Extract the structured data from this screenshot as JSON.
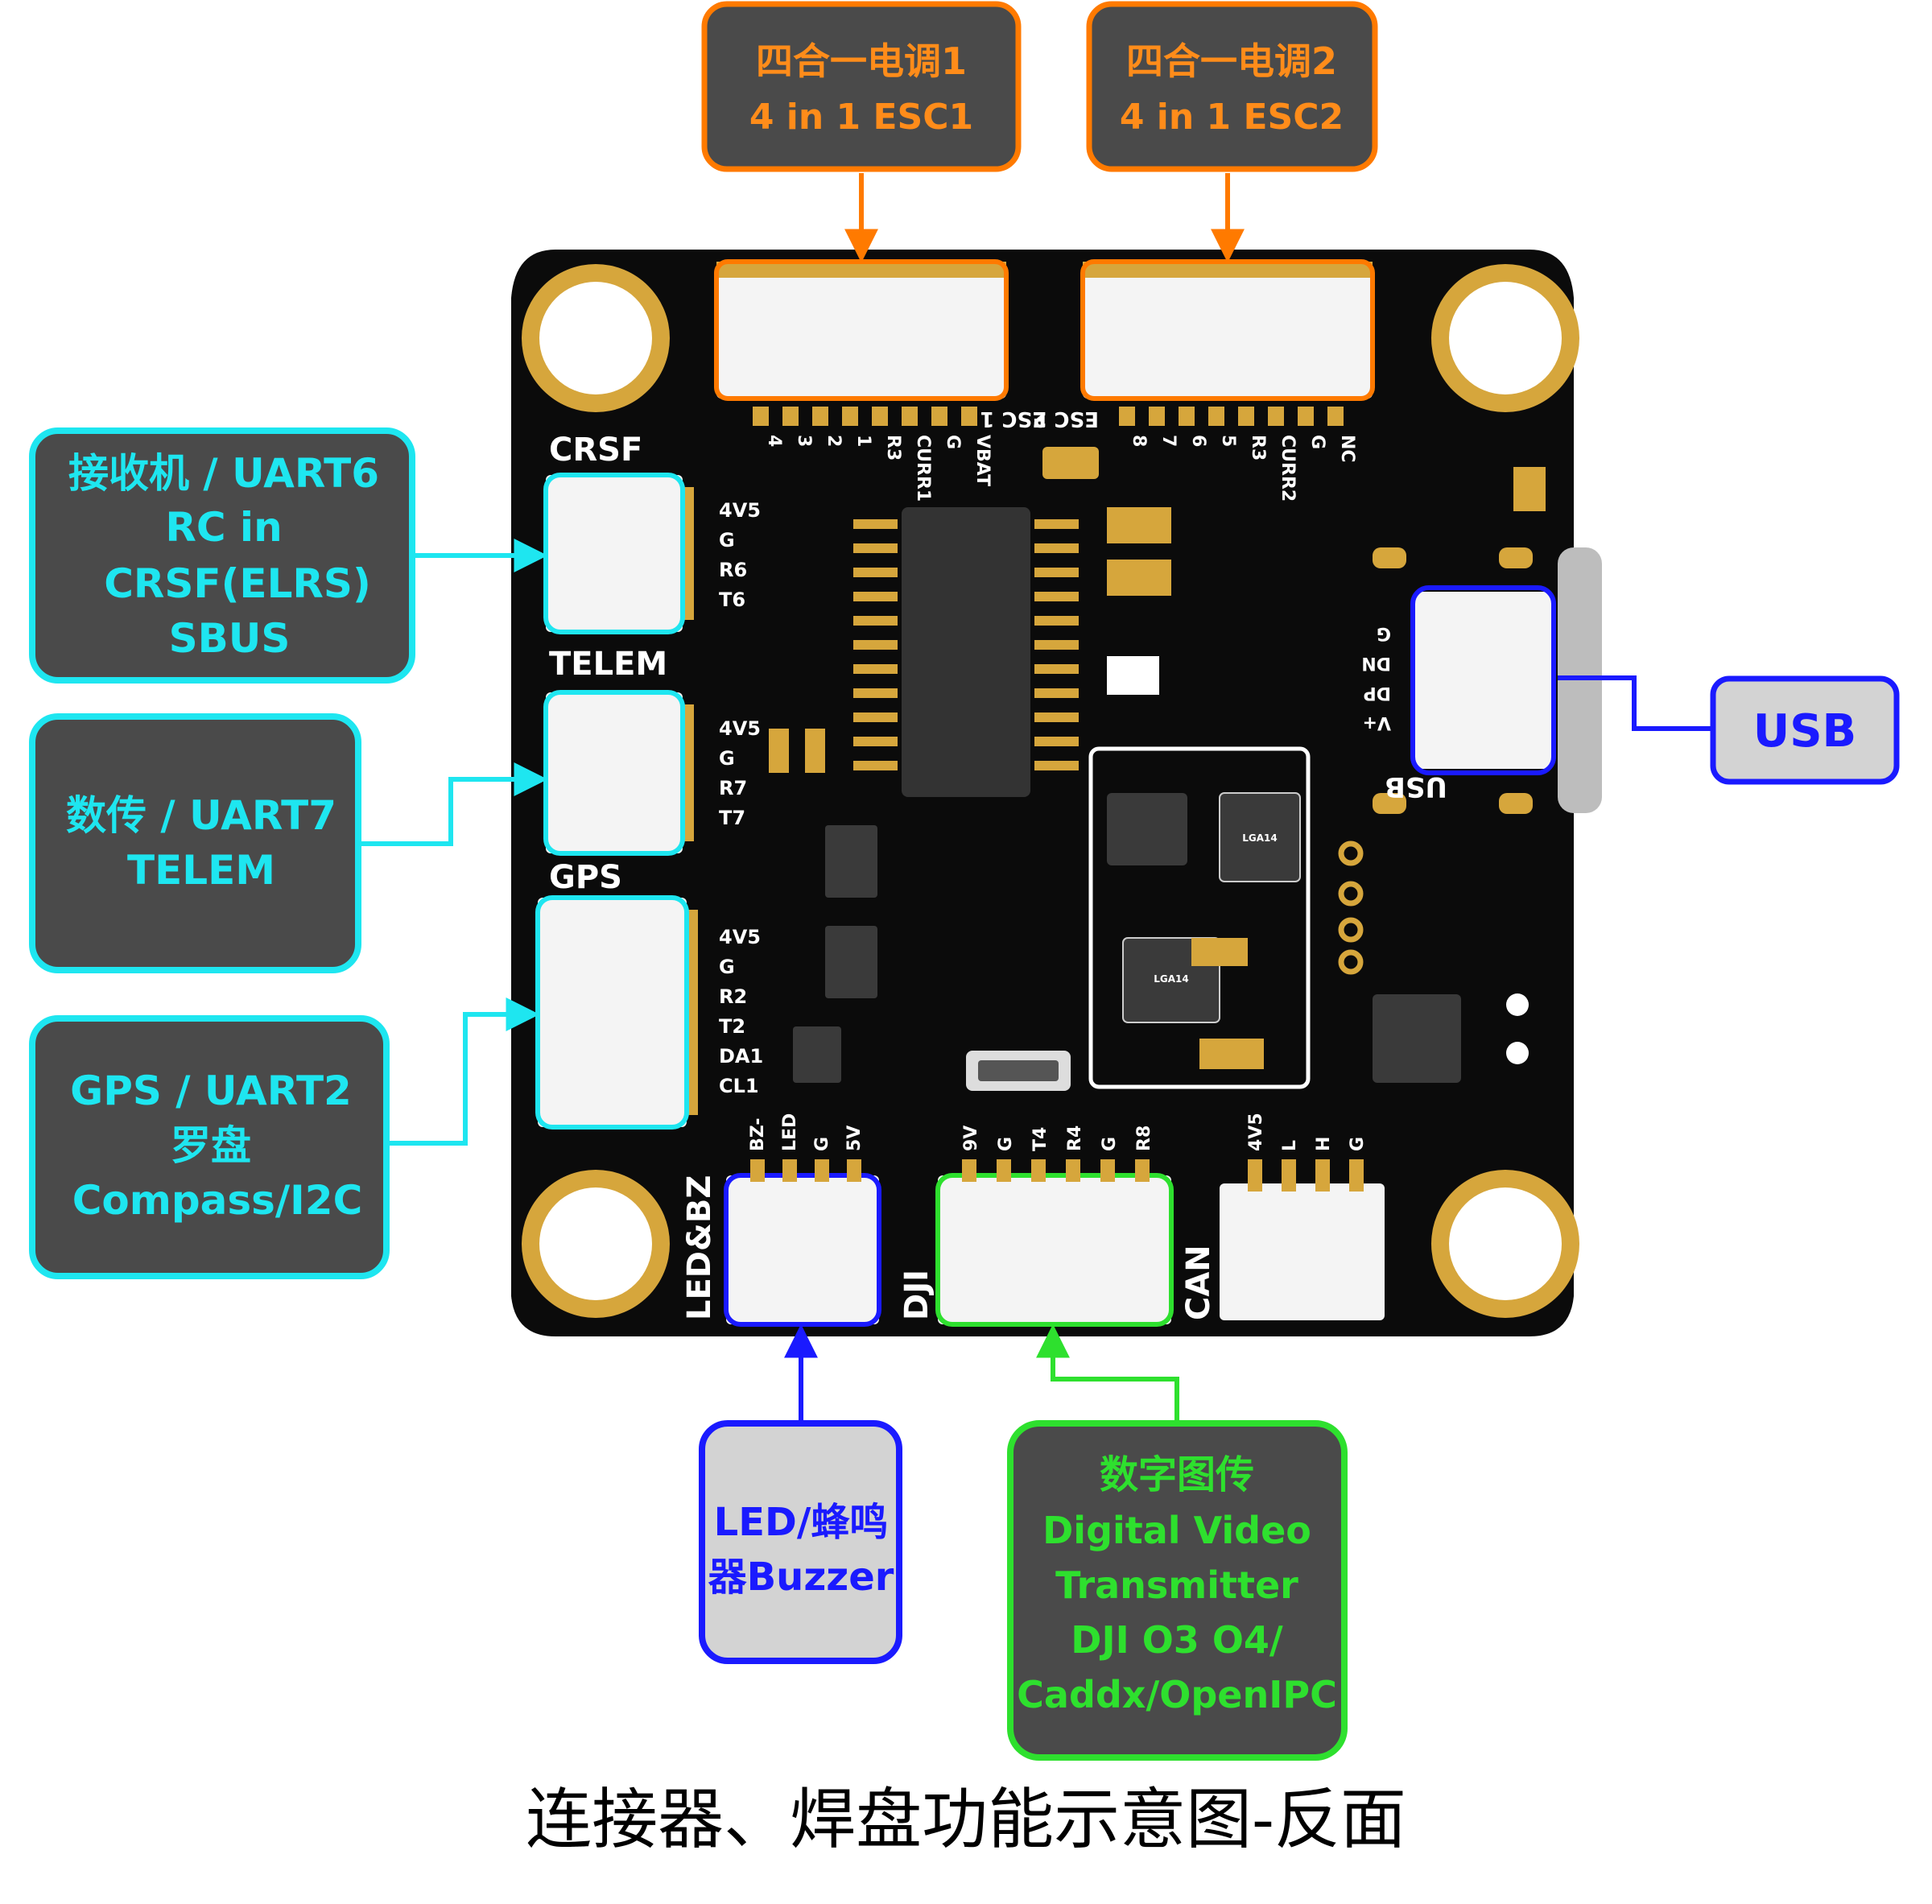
{
  "colors": {
    "board": "#0b0b0b",
    "esc_accent": "#ff7a00",
    "esc_text": "#ff8c1a",
    "cyan_accent": "#1ee6f0",
    "blue_accent": "#1a1aff",
    "green_accent": "#2ee02e",
    "callout_fill": "#4a4a4a",
    "buzzer_fill": "#d3d3d3",
    "pad_gold": "#d6a63c",
    "connector_white": "#f4f4f4"
  },
  "callouts": {
    "esc1": {
      "line1": "四合一电调1",
      "line2": "4 in 1 ESC1"
    },
    "esc2": {
      "line1": "四合一电调2",
      "line2": "4 in 1 ESC2"
    },
    "receiver": {
      "lines": [
        "接收机 / UART6",
        "RC in",
        "CRSF(ELRS)",
        "SBUS"
      ]
    },
    "telem": {
      "lines": [
        "数传 / UART7",
        "TELEM"
      ]
    },
    "gps": {
      "lines": [
        "GPS / UART2",
        "罗盘",
        "Compass/I2C"
      ]
    },
    "usb": {
      "label": "USB"
    },
    "buzzer": {
      "lines": [
        "LED/蜂鸣",
        "器Buzzer"
      ]
    },
    "video": {
      "lines": [
        "数字图传",
        "Digital Video",
        "Transmitter",
        "DJI O3 O4/",
        "Caddx/OpenIPC"
      ]
    }
  },
  "silkscreen": {
    "crsf": "CRSF",
    "telem": "TELEM",
    "gps": "GPS",
    "usb": "USB",
    "esc1": "ESC 1",
    "esc2": "ESC 2",
    "led_bz": "LED&BZ",
    "dji": "DJI",
    "can": "CAN",
    "crsf_pins": [
      "4V5",
      "G",
      "R6",
      "T6"
    ],
    "telem_pins": [
      "4V5",
      "G",
      "R7",
      "T7"
    ],
    "gps_pins": [
      "4V5",
      "G",
      "R2",
      "T2",
      "DA1",
      "CL1"
    ],
    "esc1_pins": [
      "4",
      "3",
      "2",
      "1",
      "R3",
      "CURR1",
      "G",
      "VBAT"
    ],
    "esc2_pins": [
      "8",
      "7",
      "6",
      "5",
      "R3",
      "CURR2",
      "G",
      "NC"
    ],
    "usb_pins": [
      "G",
      "DN",
      "DP",
      "V+"
    ],
    "led_pins": [
      "BZ-",
      "LED",
      "G",
      "5V"
    ],
    "dji_pins": [
      "9V",
      "G",
      "T4",
      "R4",
      "G",
      "R8"
    ],
    "can_pins": [
      "4V5",
      "L",
      "H",
      "G"
    ],
    "chip_lga14_a": "LGA14",
    "chip_lga14_b": "LGA14"
  },
  "caption": "连接器、焊盘功能示意图-反面"
}
